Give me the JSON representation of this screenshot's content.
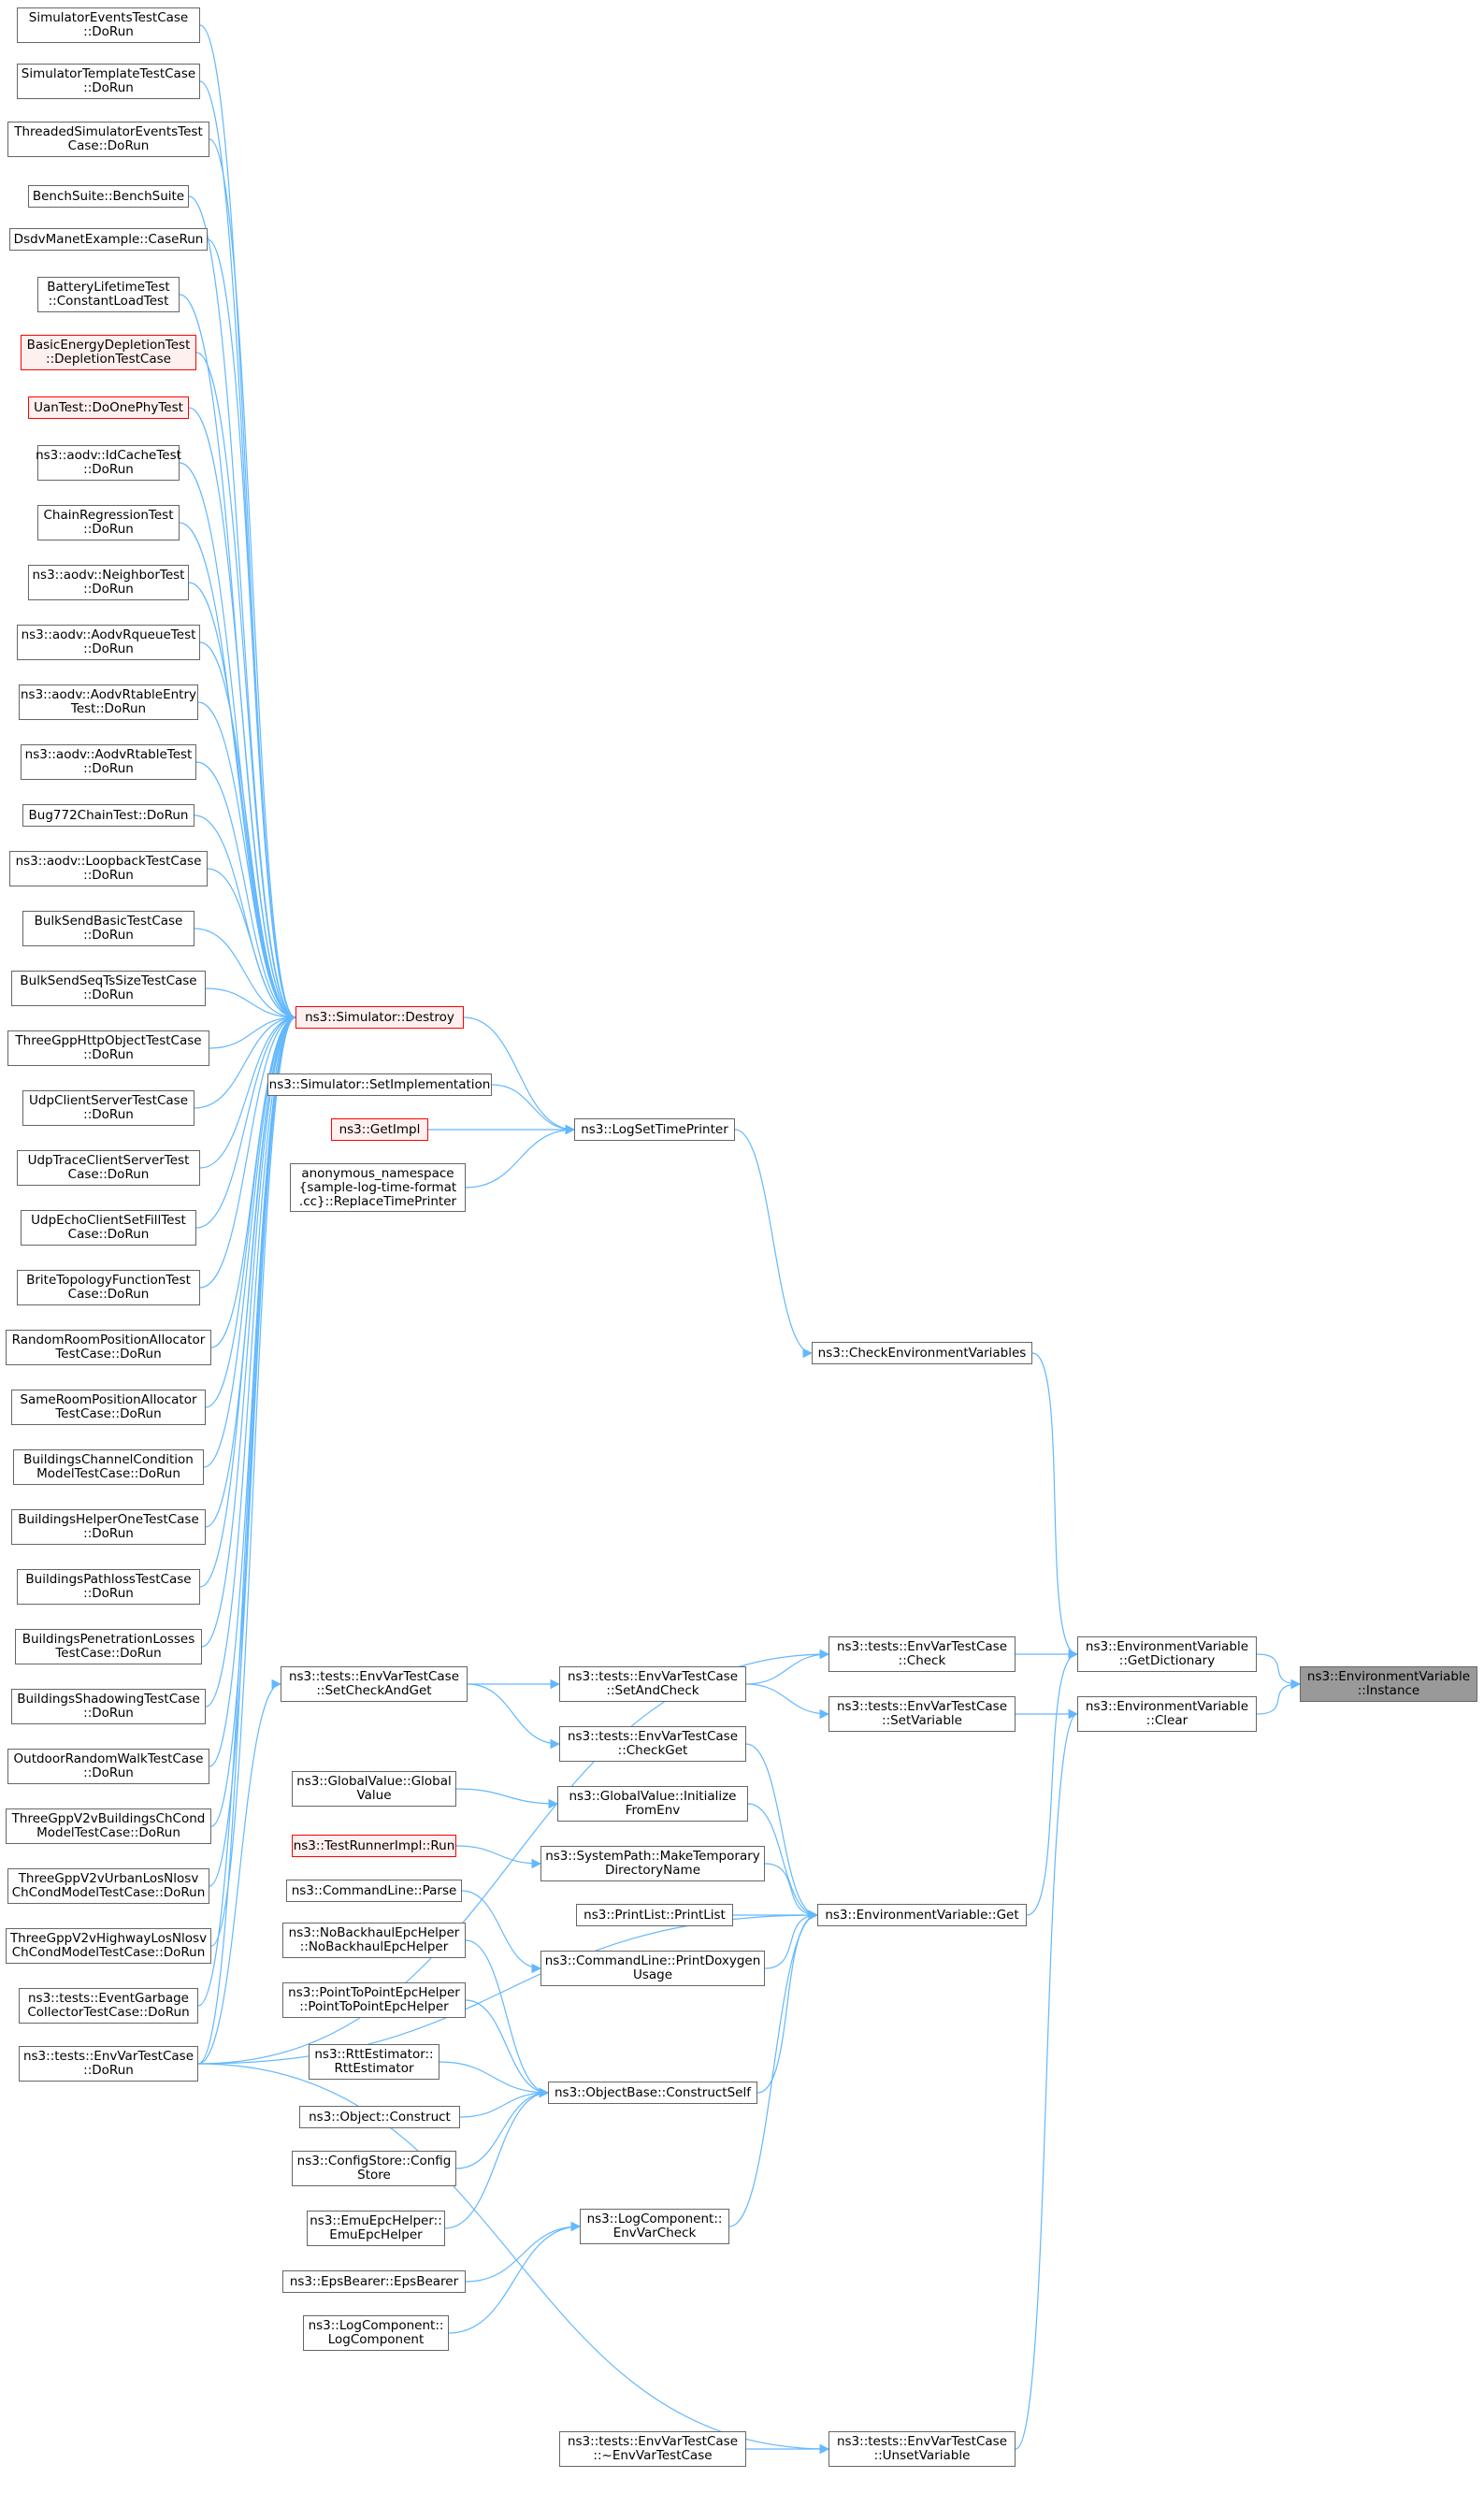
{
  "colors": {
    "edge": "#63b8ff",
    "node_border": "#666666",
    "node_border_incomplete": "#ff0000",
    "node_fill_incomplete": "#fff0f0",
    "target_fill": "#999999"
  },
  "nodes": {
    "n1": "SimulatorEventsTestCase\n::DoRun",
    "n2": "SimulatorTemplateTestCase\n::DoRun",
    "n3": "ThreadedSimulatorEventsTest\nCase::DoRun",
    "n4": "BenchSuite::BenchSuite",
    "n5": "DsdvManetExample::CaseRun",
    "n6": "BatteryLifetimeTest\n::ConstantLoadTest",
    "n7": "BasicEnergyDepletionTest\n::DepletionTestCase",
    "n8": "UanTest::DoOnePhyTest",
    "n9": "ns3::aodv::IdCacheTest\n::DoRun",
    "n10": "ChainRegressionTest\n::DoRun",
    "n11": "ns3::aodv::NeighborTest\n::DoRun",
    "n12": "ns3::aodv::AodvRqueueTest\n::DoRun",
    "n13": "ns3::aodv::AodvRtableEntry\nTest::DoRun",
    "n14": "ns3::aodv::AodvRtableTest\n::DoRun",
    "n15": "Bug772ChainTest::DoRun",
    "n16": "ns3::aodv::LoopbackTestCase\n::DoRun",
    "n17": "BulkSendBasicTestCase\n::DoRun",
    "n18": "BulkSendSeqTsSizeTestCase\n::DoRun",
    "n19": "ThreeGppHttpObjectTestCase\n::DoRun",
    "n20": "UdpClientServerTestCase\n::DoRun",
    "n21": "UdpTraceClientServerTest\nCase::DoRun",
    "n22": "UdpEchoClientSetFillTest\nCase::DoRun",
    "n23": "BriteTopologyFunctionTest\nCase::DoRun",
    "n24": "RandomRoomPositionAllocator\nTestCase::DoRun",
    "n25": "SameRoomPositionAllocator\nTestCase::DoRun",
    "n26": "BuildingsChannelCondition\nModelTestCase::DoRun",
    "n27": "BuildingsHelperOneTestCase\n::DoRun",
    "n28": "BuildingsPathlossTestCase\n::DoRun",
    "n29": "BuildingsPenetrationLosses\nTestCase::DoRun",
    "n30": "BuildingsShadowingTestCase\n::DoRun",
    "n31": "OutdoorRandomWalkTestCase\n::DoRun",
    "n32": "ThreeGppV2vBuildingsChCond\nModelTestCase::DoRun",
    "n33": "ThreeGppV2vUrbanLosNlosv\nChCondModelTestCase::DoRun",
    "n34": "ThreeGppV2vHighwayLosNlosv\nChCondModelTestCase::DoRun",
    "n35": "ns3::tests::EventGarbage\nCollectorTestCase::DoRun",
    "n36": "ns3::tests::EnvVarTestCase\n::DoRun",
    "destroy": "ns3::Simulator::Destroy",
    "setimpl": "ns3::Simulator::SetImplementation",
    "getimpl": "ns3::GetImpl",
    "replace": "anonymous_namespace\n{sample-log-time-format\n.cc}::ReplaceTimePrinter",
    "logset": "ns3::LogSetTimePrinter",
    "checkenv": "ns3::CheckEnvironmentVariables",
    "setcheckget": "ns3::tests::EnvVarTestCase\n::SetCheckAndGet",
    "globalvalue": "ns3::GlobalValue::Global\nValue",
    "testrunner": "ns3::TestRunnerImpl::Run",
    "cmdparse": "ns3::CommandLine::Parse",
    "nobackhaul": "ns3::NoBackhaulEpcHelper\n::NoBackhaulEpcHelper",
    "p2pepc": "ns3::PointToPointEpcHelper\n::PointToPointEpcHelper",
    "rttest": "ns3::RttEstimator::\nRttEstimator",
    "objconstruct": "ns3::Object::Construct",
    "configstore": "ns3::ConfigStore::Config\nStore",
    "emuepc": "ns3::EmuEpcHelper::\nEmuEpcHelper",
    "epsbearer": "ns3::EpsBearer::EpsBearer",
    "logcomp": "ns3::LogComponent::\nLogComponent",
    "setandcheck": "ns3::tests::EnvVarTestCase\n::SetAndCheck",
    "checkget": "ns3::tests::EnvVarTestCase\n::CheckGet",
    "initfromenv": "ns3::GlobalValue::Initialize\nFromEnv",
    "maketemp": "ns3::SystemPath::MakeTemporary\nDirectoryName",
    "printlist": "ns3::PrintList::PrintList",
    "printdoxy": "ns3::CommandLine::PrintDoxygen\nUsage",
    "constructself": "ns3::ObjectBase::ConstructSelf",
    "envvarcheck": "ns3::LogComponent::\nEnvVarCheck",
    "dtor": "ns3::tests::EnvVarTestCase\n::~EnvVarTestCase",
    "check": "ns3::tests::EnvVarTestCase\n::Check",
    "setvariable": "ns3::tests::EnvVarTestCase\n::SetVariable",
    "unsetvariable": "ns3::tests::EnvVarTestCase\n::UnsetVariable",
    "envget": "ns3::EnvironmentVariable::Get",
    "getdict": "ns3::EnvironmentVariable\n::GetDictionary",
    "clear": "ns3::EnvironmentVariable\n::Clear",
    "instance": "ns3::EnvironmentVariable\n::Instance"
  },
  "incomplete_nodes": [
    "n7",
    "n8",
    "destroy",
    "getimpl",
    "testrunner"
  ],
  "target_node": "instance",
  "edges": [
    [
      "n1",
      "destroy"
    ],
    [
      "n2",
      "destroy"
    ],
    [
      "n3",
      "destroy"
    ],
    [
      "n4",
      "destroy"
    ],
    [
      "n5",
      "destroy"
    ],
    [
      "n6",
      "destroy"
    ],
    [
      "n7",
      "destroy"
    ],
    [
      "n8",
      "destroy"
    ],
    [
      "n9",
      "destroy"
    ],
    [
      "n10",
      "destroy"
    ],
    [
      "n11",
      "destroy"
    ],
    [
      "n12",
      "destroy"
    ],
    [
      "n13",
      "destroy"
    ],
    [
      "n14",
      "destroy"
    ],
    [
      "n15",
      "destroy"
    ],
    [
      "n16",
      "destroy"
    ],
    [
      "n17",
      "destroy"
    ],
    [
      "n18",
      "destroy"
    ],
    [
      "n19",
      "destroy"
    ],
    [
      "n20",
      "destroy"
    ],
    [
      "n21",
      "destroy"
    ],
    [
      "n22",
      "destroy"
    ],
    [
      "n23",
      "destroy"
    ],
    [
      "n24",
      "destroy"
    ],
    [
      "n25",
      "destroy"
    ],
    [
      "n26",
      "destroy"
    ],
    [
      "n27",
      "destroy"
    ],
    [
      "n28",
      "destroy"
    ],
    [
      "n29",
      "destroy"
    ],
    [
      "n30",
      "destroy"
    ],
    [
      "n31",
      "destroy"
    ],
    [
      "n32",
      "destroy"
    ],
    [
      "n33",
      "destroy"
    ],
    [
      "n34",
      "destroy"
    ],
    [
      "n35",
      "destroy"
    ],
    [
      "n36",
      "destroy"
    ],
    [
      "destroy",
      "logset"
    ],
    [
      "setimpl",
      "logset"
    ],
    [
      "getimpl",
      "logset"
    ],
    [
      "replace",
      "logset"
    ],
    [
      "logset",
      "checkenv"
    ],
    [
      "checkenv",
      "getdict"
    ],
    [
      "n36",
      "check"
    ],
    [
      "n36",
      "setcheckget"
    ],
    [
      "n36",
      "unsetvariable"
    ],
    [
      "n36",
      "envget"
    ],
    [
      "setcheckget",
      "setandcheck"
    ],
    [
      "setcheckget",
      "checkget"
    ],
    [
      "setandcheck",
      "check"
    ],
    [
      "setandcheck",
      "setvariable"
    ],
    [
      "check",
      "getdict"
    ],
    [
      "setvariable",
      "clear"
    ],
    [
      "unsetvariable",
      "clear"
    ],
    [
      "dtor",
      "unsetvariable"
    ],
    [
      "checkget",
      "envget"
    ],
    [
      "initfromenv",
      "envget"
    ],
    [
      "maketemp",
      "envget"
    ],
    [
      "printlist",
      "envget"
    ],
    [
      "printdoxy",
      "envget"
    ],
    [
      "constructself",
      "envget"
    ],
    [
      "envvarcheck",
      "envget"
    ],
    [
      "globalvalue",
      "initfromenv"
    ],
    [
      "testrunner",
      "maketemp"
    ],
    [
      "cmdparse",
      "printdoxy"
    ],
    [
      "nobackhaul",
      "constructself"
    ],
    [
      "p2pepc",
      "constructself"
    ],
    [
      "rttest",
      "constructself"
    ],
    [
      "objconstruct",
      "constructself"
    ],
    [
      "configstore",
      "constructself"
    ],
    [
      "emuepc",
      "constructself"
    ],
    [
      "epsbearer",
      "envvarcheck"
    ],
    [
      "logcomp",
      "envvarcheck"
    ],
    [
      "envget",
      "getdict"
    ],
    [
      "getdict",
      "instance"
    ],
    [
      "clear",
      "instance"
    ]
  ]
}
